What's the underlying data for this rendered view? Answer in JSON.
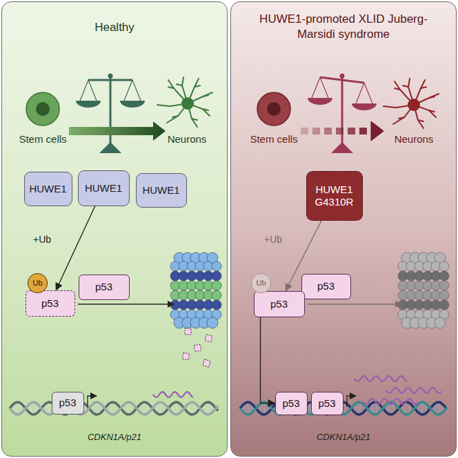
{
  "diagram": {
    "nodes": [
      {
        "text": [
          "Healthy"
        ]
      },
      {
        "text": [
          "HUWE1"
        ],
        "in": 0
      },
      {
        "text": [
          "HUWE1"
        ],
        "in": 0
      },
      {
        "text": [
          "HUWE1"
        ],
        "in": 0
      },
      {
        "text": [
          "p53"
        ],
        "in": 0
      },
      {
        "text": [
          "Ub"
        ],
        "in": 0
      },
      {
        "text": [
          "p53"
        ],
        "in": 0
      },
      {
        "text": [
          "p53"
        ],
        "in": 0
      },
      {
        "text": [
          "HUWE1-promoted XLID Juberg-Marsidi syndrome"
        ]
      },
      {
        "text": [
          "HUWE1 G4310R"
        ],
        "in": 8
      },
      {
        "text": [
          "p53"
        ],
        "in": 8
      },
      {
        "text": [
          "Ub"
        ],
        "in": 8
      },
      {
        "text": [
          "p53"
        ],
        "in": 8
      },
      {
        "text": [
          "p53"
        ],
        "in": 8
      },
      {
        "text": [
          "p53"
        ],
        "in": 8
      }
    ],
    "edges": [
      {
        "from": 2,
        "to": 6,
        "arrow": "to"
      },
      {
        "from": 9,
        "to": 12,
        "arrow": "to"
      },
      {
        "from": 12,
        "to": 13,
        "arrow": "to"
      }
    ],
    "labels": [
      "Stem cells",
      "Neurons",
      "+Ub",
      "CDKN1A/p21",
      "Stem cells",
      "Neurons",
      "+Ub",
      "CDKN1A/p21"
    ]
  }
}
